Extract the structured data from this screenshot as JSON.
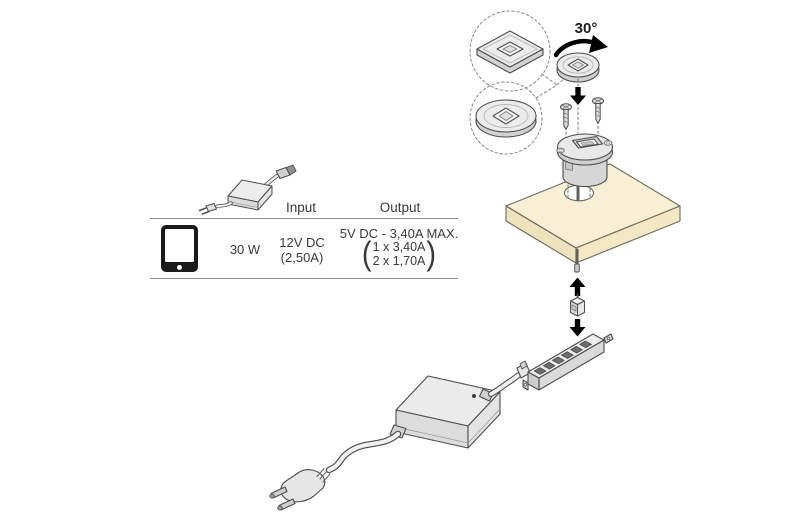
{
  "diagram": {
    "rotation_label": "30°",
    "icons": [
      "square-faceplate-icon",
      "round-faceplate-icon",
      "rotation-arrow-icon",
      "round-cap-icon",
      "screw-icon",
      "usb-charger-module-icon",
      "mounting-board-icon",
      "down-arrow-icon",
      "up-arrow-icon",
      "inline-connector-icon",
      "distribution-block-icon",
      "power-supply-icon",
      "eu-plug-icon",
      "power-supply-mini-icon",
      "tablet-icon"
    ]
  },
  "spec_table": {
    "headers": {
      "input": "Input",
      "output": "Output"
    },
    "device": {
      "power": "30 W",
      "input_voltage": "12V DC",
      "input_current": "(2,50A)",
      "output_max": "5V DC - 3,40A MAX.",
      "output_option1": "1 x 3,40A",
      "output_option2": "2 x 1,70A",
      "paren_open": "(",
      "paren_close": ")"
    }
  },
  "colors": {
    "background": "#ffffff",
    "line": "#4d4d4d",
    "arrow": "#000000",
    "board_fill": "#f8efd5",
    "metal_light": "#ececec",
    "metal_mid": "#d9d9d9",
    "table_rule": "#8c8c8c",
    "text": "#3a3a3a"
  }
}
